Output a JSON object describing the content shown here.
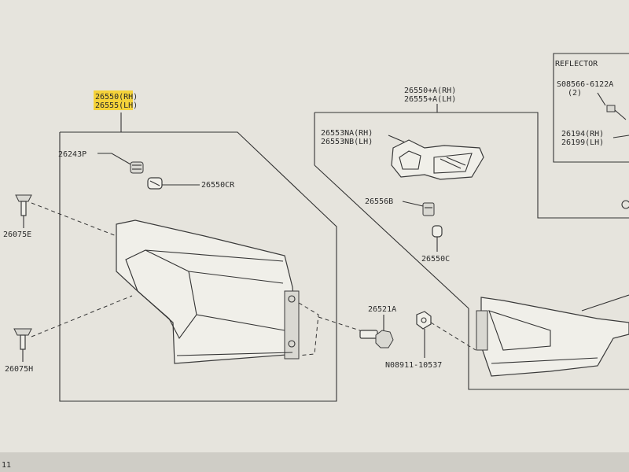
{
  "labels": {
    "main_rh": "26550(RH)",
    "main_lh": "26555(LH)",
    "p26243p": "26243P",
    "p26550cr": "26550CR",
    "p26075e": "26075E",
    "p26075h": "26075H",
    "inner_rh": "26550+A(RH)",
    "inner_lh": "26555+A(LH)",
    "p26553na": "26553NA(RH)",
    "p26553nb": "26553NB(LH)",
    "p26556b": "26556B",
    "p26550c": "26550C",
    "p26521a": "26521A",
    "p08911": "N08911-10537",
    "reflector_title": "REFLECTOR",
    "p08566": "S08566-6122A",
    "p08566_qty": "(2)",
    "p26194": "26194(RH)",
    "p26199": "26199(LH)",
    "page_mark": "11"
  },
  "colors": {
    "paper": "#e6e4dd",
    "ink": "#333333",
    "highlight": "#f5d23a"
  }
}
